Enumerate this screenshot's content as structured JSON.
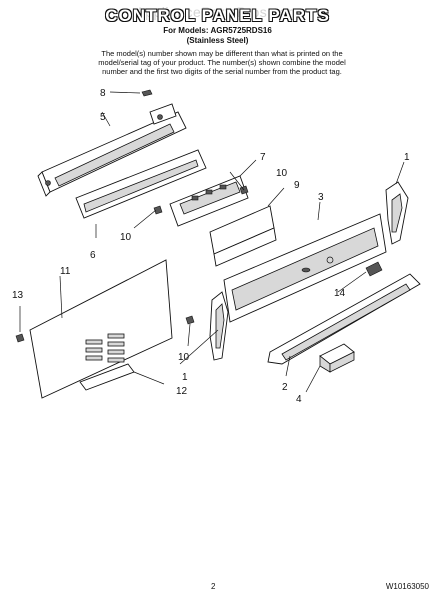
{
  "header": {
    "title": "CONTROL PANEL PARTS",
    "watermark": "AppliancePartsPros.com",
    "models_line": "For Models: AGR5725RDS16",
    "models_sub": "(Stainless Steel)",
    "note": "The model(s) number shown may be different than what is printed on the model/serial tag of your product. The number(s) shown combine the model number and the first two digits of the serial number from the product tag."
  },
  "callouts": {
    "c1a": "1",
    "c1b": "1",
    "c2": "2",
    "c3": "3",
    "c4": "4",
    "c5": "5",
    "c6": "6",
    "c7": "7",
    "c8": "8",
    "c9": "9",
    "c10a": "10",
    "c10b": "10",
    "c10c": "10",
    "c11": "11",
    "c12": "12",
    "c13": "13",
    "c14": "14"
  },
  "footer": {
    "page": "2",
    "doc_number": "W10163050"
  }
}
